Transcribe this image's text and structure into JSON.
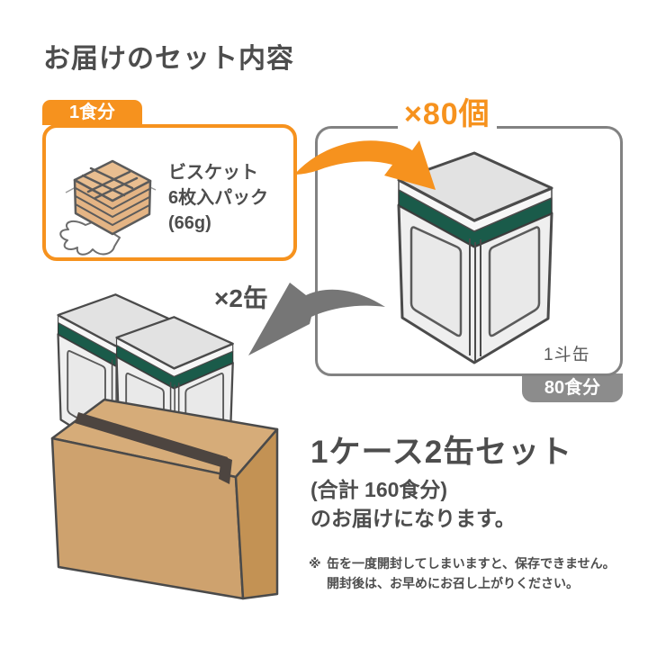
{
  "title": "お届けのセット内容",
  "serving_panel": {
    "tab_label": "1食分",
    "product_lines": [
      "ビスケット",
      "6枚入パック",
      "(66g)"
    ]
  },
  "can_panel": {
    "multiplier_label": "×80個",
    "can_name_label": "1斗缶",
    "servings_label": "80食分"
  },
  "case_section": {
    "multiplier_label": "×2缶",
    "heading": "1ケース2缶セット",
    "total_line": "(合計 160食分)",
    "delivery_line": "のお届けになります。"
  },
  "footnote": {
    "marker": "※",
    "line1": "缶を一度開封してしまいますと、保存できません。",
    "line2": "開封後は、お早めにお召し上がりください。"
  },
  "icons": {
    "biscuit": "biscuit-pack-illustration",
    "can": "tin-can-illustration",
    "case": "carton-box-with-cans-illustration",
    "orange_arrow": "orange-curved-arrow-icon",
    "gray_arrow": "gray-curved-arrow-icon"
  },
  "colors": {
    "accent_orange": "#F6921E",
    "band_green": "#1A5B4A",
    "frame_gray": "#828282",
    "tab_gray": "#8C8C8C",
    "text_gray": "#4D4D4D",
    "cardboard": "#CEA26E"
  }
}
